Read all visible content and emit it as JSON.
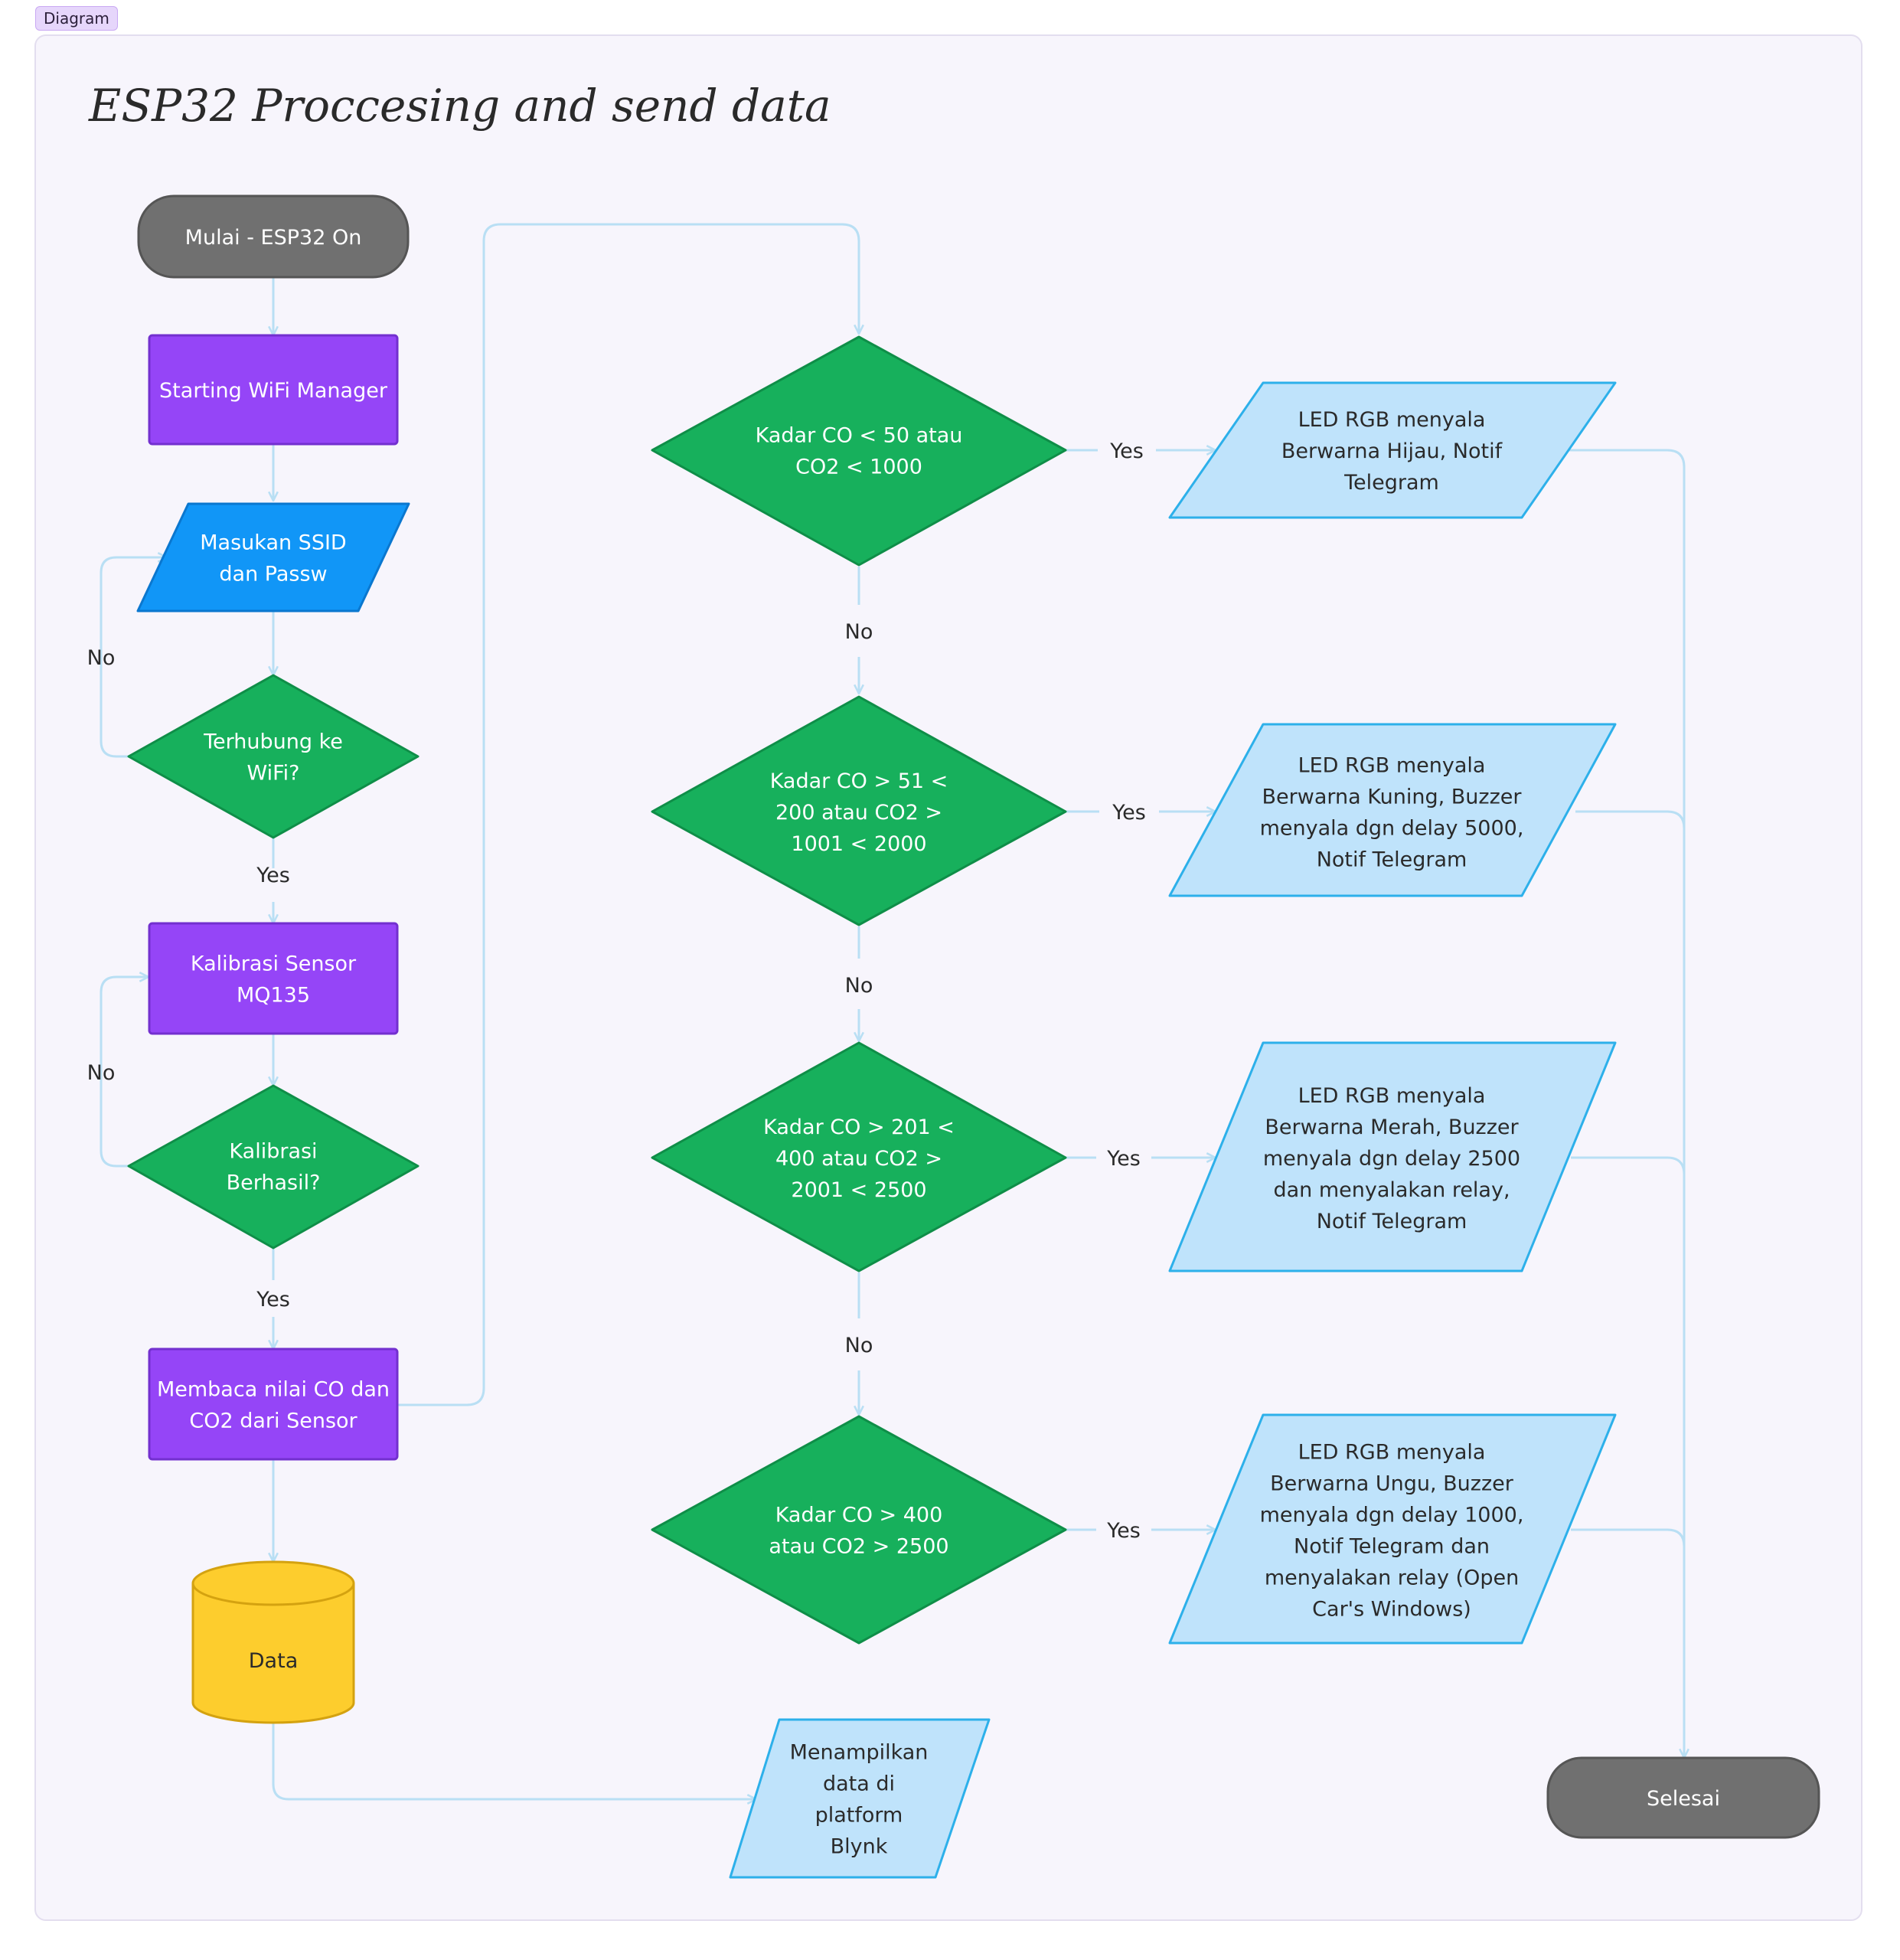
{
  "badge": "Diagram",
  "title": "ESP32 Proccesing and send data",
  "colors": {
    "frame_bg": "#f7f5fc",
    "frame_border": "#e3deef",
    "connector": "#b9dff4",
    "terminal": "#707070",
    "process": "#9545f7",
    "input": "#1196f7",
    "decision": "#17b05c",
    "output": "#bfe3fb",
    "output_border": "#2db0ea",
    "database": "#fdcd2d"
  },
  "nodes": {
    "start": "Mulai - ESP32 On",
    "wifi_manager": "Starting WiFi Manager",
    "input_ssid": "Masukan SSID\ndan Passw",
    "wifi_check": "Terhubung ke\nWiFi?",
    "calibrate": "Kalibrasi Sensor\nMQ135",
    "calib_check": "Kalibrasi\nBerhasil?",
    "read_sensor": "Membaca nilai CO dan\nCO2 dari Sensor",
    "database": "Data",
    "display_blynk": "Menampilkan\ndata di\nplatform\nBlynk",
    "cond1": "Kadar CO < 50 atau\nCO2 < 1000",
    "cond2": "Kadar CO > 51 <\n200 atau CO2 >\n1001 < 2000",
    "cond3": "Kadar CO > 201 <\n400 atau CO2 >\n2001 < 2500",
    "cond4": "Kadar CO > 400\natau CO2 > 2500",
    "out1": "LED RGB menyala\nBerwarna Hijau, Notif\nTelegram",
    "out2": "LED RGB menyala\nBerwarna Kuning, Buzzer\nmenyala dgn delay 5000,\nNotif Telegram",
    "out3": "LED RGB menyala\nBerwarna Merah, Buzzer\nmenyala dgn delay 2500\ndan menyalakan relay,\nNotif Telegram",
    "out4": "LED RGB menyala\nBerwarna Ungu, Buzzer\nmenyala dgn delay 1000,\nNotif Telegram dan\nmenyalakan relay (Open\nCar's Windows)",
    "end": "Selesai"
  },
  "edge_labels": {
    "wifi_no": "No",
    "wifi_yes": "Yes",
    "calib_no": "No",
    "calib_yes": "Yes",
    "c1_yes": "Yes",
    "c1_no": "No",
    "c2_yes": "Yes",
    "c2_no": "No",
    "c3_yes": "Yes",
    "c3_no": "No",
    "c4_yes": "Yes"
  }
}
